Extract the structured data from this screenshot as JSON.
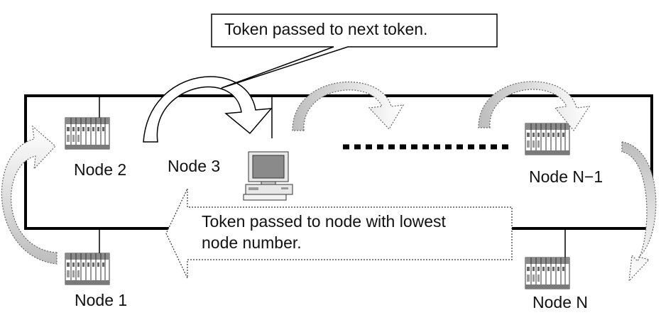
{
  "nodes": {
    "node1": "Node 1",
    "node2": "Node 2",
    "node3": "Node 3",
    "node_n_minus_1": "Node N−1",
    "node_n": "Node N"
  },
  "callouts": {
    "token_passed_next": "Token passed to next token.",
    "token_passed_lowest": [
      "Token passed to node with lowest",
      "node number."
    ]
  },
  "colors": {
    "line": "#000000",
    "arrow_fill": "#d4d4d4",
    "plc_dark": "#606060",
    "plc_light": "#cfcfcf"
  }
}
